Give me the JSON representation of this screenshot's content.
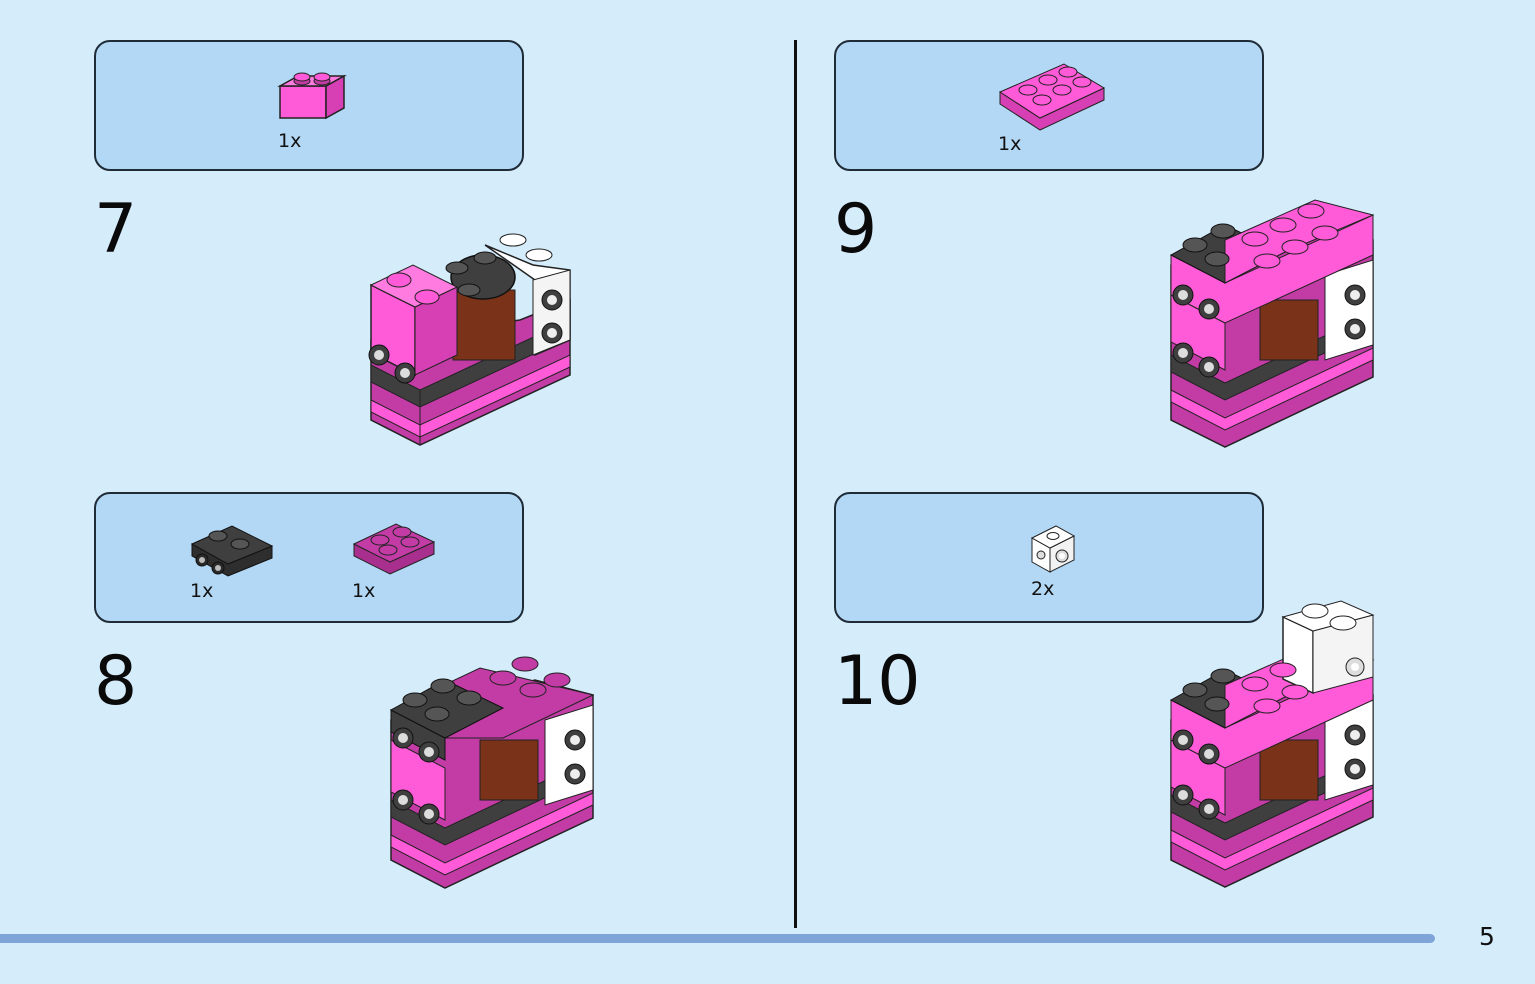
{
  "steps": [
    {
      "number": "7",
      "parts": [
        {
          "qty": "1x",
          "name": "pink-brick-1x2-icon"
        }
      ]
    },
    {
      "number": "8",
      "parts": [
        {
          "qty": "1x",
          "name": "dark-gray-plate-studs-icon"
        },
        {
          "qty": "1x",
          "name": "magenta-plate-2x2-icon"
        }
      ]
    },
    {
      "number": "9",
      "parts": [
        {
          "qty": "1x",
          "name": "pink-plate-2x3-icon"
        }
      ]
    },
    {
      "number": "10",
      "parts": [
        {
          "qty": "2x",
          "name": "white-brick-side-studs-icon"
        }
      ]
    }
  ],
  "page_number": "5",
  "colors": {
    "background": "#d5ecfb",
    "parts_box": "#b3d8f5",
    "pink": "#ff5ad7",
    "magenta": "#c33ca6",
    "dark_gray": "#3f3f3f",
    "brown": "#7a3318",
    "progress": "#7fa5d8"
  }
}
